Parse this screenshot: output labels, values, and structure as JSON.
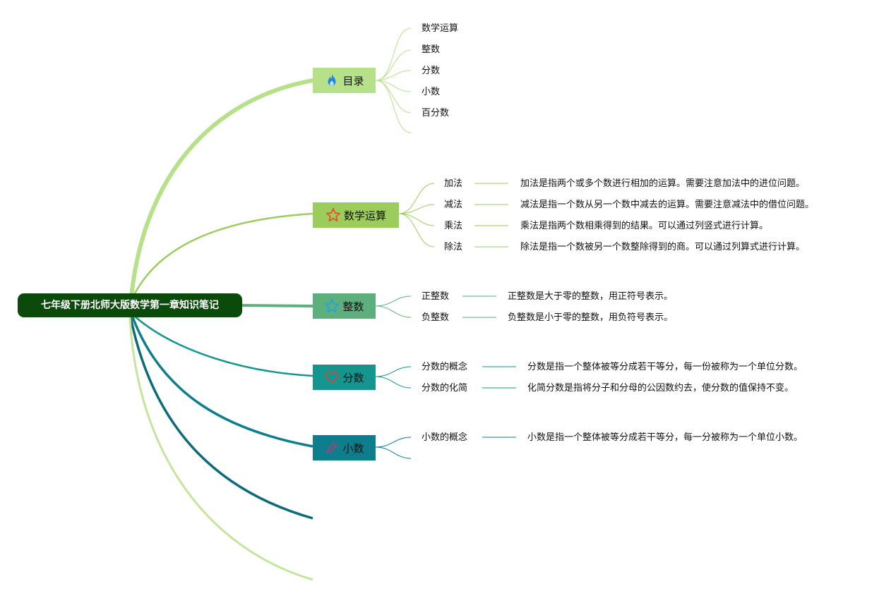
{
  "root": {
    "title": "七年级下册北师大版数学第一章知识笔记"
  },
  "colors": {
    "root": "#0b4a0b",
    "mulu": "#b7e08a",
    "yunsuan": "#9ccc5c",
    "zhengshu": "#5db07e",
    "fenshu": "#14968f",
    "xiaoshu": "#0e7e8c",
    "extra_dark": "#0c6b78",
    "extra_light": "#c3e59d",
    "icon_fire": "#1e88e5",
    "icon_star_red": "#e84a2c",
    "icon_star_blue": "#1fa3e0",
    "icon_heart": "#d5473d",
    "icon_pencil": "#c2367b"
  },
  "branches": {
    "mulu": {
      "label": "目录",
      "icon": "fire-icon",
      "items": [
        "数学运算",
        "整数",
        "分数",
        "小数",
        "百分数"
      ]
    },
    "yunsuan": {
      "label": "数学运算",
      "icon": "star-icon",
      "items": [
        {
          "name": "加法",
          "desc": "加法是指两个或多个数进行相加的运算。需要注意加法中的进位问题。"
        },
        {
          "name": "减法",
          "desc": "减法是指一个数从另一个数中减去的运算。需要注意减法中的借位问题。"
        },
        {
          "name": "乘法",
          "desc": "乘法是指两个数相乘得到的结果。可以通过列竖式进行计算。"
        },
        {
          "name": "除法",
          "desc": "除法是指一个数被另一个数整除得到的商。可以通过列算式进行计算。"
        }
      ]
    },
    "zhengshu": {
      "label": "整数",
      "icon": "star-outline-icon",
      "items": [
        {
          "name": "正整数",
          "desc": "正整数是大于零的整数，用正符号表示。"
        },
        {
          "name": "负整数",
          "desc": "负整数是小于零的整数，用负符号表示。"
        }
      ]
    },
    "fenshu": {
      "label": "分数",
      "icon": "heart-icon",
      "items": [
        {
          "name": "分数的概念",
          "desc": "分数是指一个整体被等分成若干等分，每一份被称为一个单位分数。"
        },
        {
          "name": "分数的化简",
          "desc": "化简分数是指将分子和分母的公因数约去，使分数的值保持不变。"
        }
      ]
    },
    "xiaoshu": {
      "label": "小数",
      "icon": "pencil-icon",
      "items": [
        {
          "name": "小数的概念",
          "desc": "小数是指一个整体被等分成若干等分，每一分被称为一个单位小数。"
        }
      ]
    }
  }
}
